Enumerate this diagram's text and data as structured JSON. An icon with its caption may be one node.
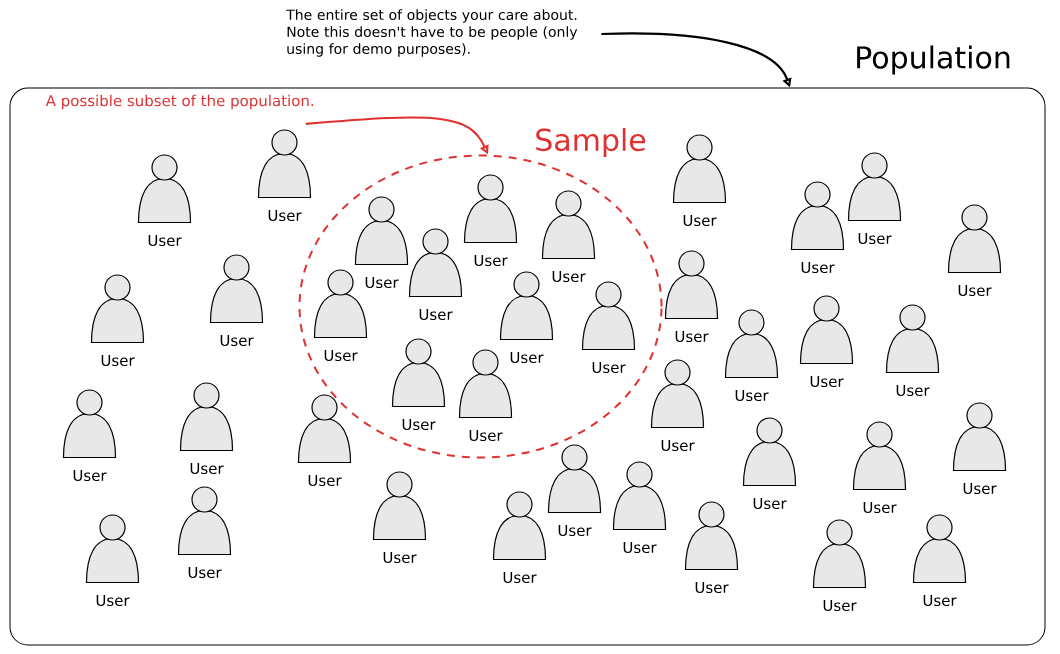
{
  "diagram": {
    "nodes": [
      {
        "text": [
          "The entire set of objects your care about. Note this doesn't have to be people (only using for demo purposes)."
        ]
      },
      {
        "text": [
          "Population"
        ]
      },
      {
        "text": [
          "A possible subset of the population."
        ],
        "in": 1
      },
      {
        "text": [
          "Sample"
        ],
        "in": 1
      },
      {
        "text": [
          "User"
        ],
        "in": 3
      },
      {
        "text": [
          "User"
        ],
        "in": 3
      },
      {
        "text": [
          "User"
        ],
        "in": 3
      },
      {
        "text": [
          "User"
        ],
        "in": 3
      },
      {
        "text": [
          "User"
        ],
        "in": 3
      },
      {
        "text": [
          "User"
        ],
        "in": 3
      },
      {
        "text": [
          "User"
        ],
        "in": 3
      },
      {
        "text": [
          "User"
        ],
        "in": 3
      },
      {
        "text": [
          "User"
        ],
        "in": 3
      },
      {
        "text": [
          "User"
        ],
        "in": 1
      },
      {
        "text": [
          "User"
        ],
        "in": 1
      },
      {
        "text": [
          "User"
        ],
        "in": 1
      },
      {
        "text": [
          "User"
        ],
        "in": 1
      },
      {
        "text": [
          "User"
        ],
        "in": 1
      },
      {
        "text": [
          "User"
        ],
        "in": 1
      },
      {
        "text": [
          "User"
        ],
        "in": 1
      },
      {
        "text": [
          "User"
        ],
        "in": 1
      },
      {
        "text": [
          "User"
        ],
        "in": 1
      },
      {
        "text": [
          "User"
        ],
        "in": 1
      },
      {
        "text": [
          "User"
        ],
        "in": 1
      },
      {
        "text": [
          "User"
        ],
        "in": 1
      },
      {
        "text": [
          "User"
        ],
        "in": 1
      },
      {
        "text": [
          "User"
        ],
        "in": 1
      },
      {
        "text": [
          "User"
        ],
        "in": 1
      },
      {
        "text": [
          "User"
        ],
        "in": 1
      },
      {
        "text": [
          "User"
        ],
        "in": 1
      },
      {
        "text": [
          "User"
        ],
        "in": 1
      },
      {
        "text": [
          "User"
        ],
        "in": 1
      },
      {
        "text": [
          "User"
        ],
        "in": 1
      },
      {
        "text": [
          "User"
        ],
        "in": 1
      },
      {
        "text": [
          "User"
        ],
        "in": 1
      },
      {
        "text": [
          "User"
        ],
        "in": 1
      },
      {
        "text": [
          "User"
        ],
        "in": 1
      },
      {
        "text": [
          "User"
        ],
        "in": 1
      },
      {
        "text": [
          "User"
        ],
        "in": 1
      },
      {
        "text": [
          "User"
        ],
        "in": 1
      },
      {
        "text": [
          "User"
        ],
        "in": 1
      }
    ],
    "edges": [
      {
        "from": 0,
        "to": 1,
        "arrow": "to"
      },
      {
        "from": 2,
        "to": 3,
        "arrow": "to",
        "color": "#e03131"
      }
    ]
  }
}
